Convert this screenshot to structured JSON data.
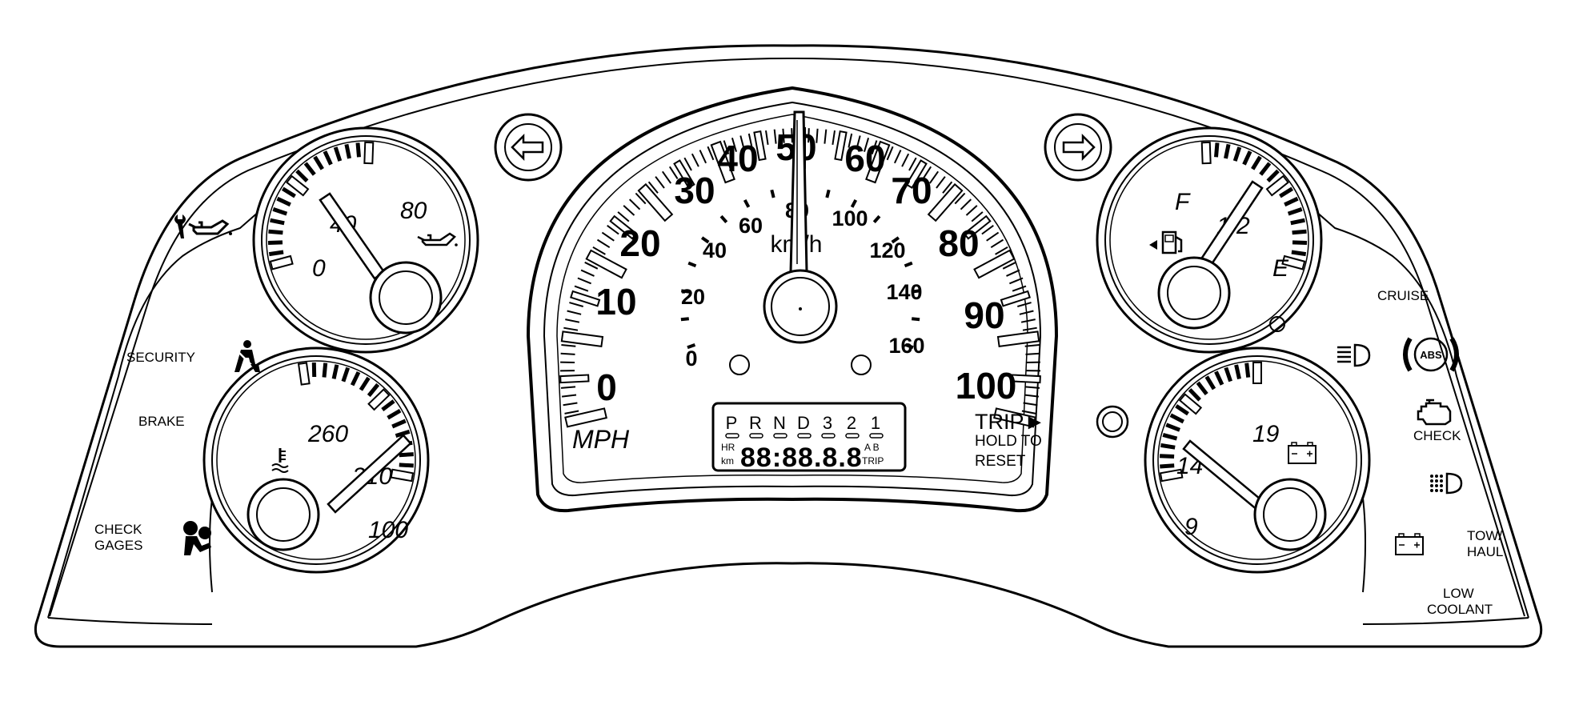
{
  "speedometer": {
    "mph_labels": [
      "0",
      "10",
      "20",
      "30",
      "40",
      "50",
      "60",
      "70",
      "80",
      "90",
      "100"
    ],
    "kmh_labels": [
      "0",
      "20",
      "40",
      "60",
      "80",
      "100",
      "120",
      "140",
      "160"
    ],
    "unit_mph": "MPH",
    "unit_kmh": "km/h",
    "needle_mph": 50
  },
  "oil_gauge": {
    "labels": [
      "0",
      "40",
      "80"
    ],
    "needle_value": 40
  },
  "fuel_gauge": {
    "labels": [
      "F",
      "1/2",
      "E"
    ],
    "needle_value": 0.5
  },
  "temp_gauge": {
    "labels": [
      "260",
      "210",
      "100"
    ],
    "needle_value": 215
  },
  "volt_gauge": {
    "labels": [
      "19",
      "14",
      "9"
    ],
    "needle_value": 14
  },
  "display": {
    "prndl": [
      "P",
      "R",
      "N",
      "D",
      "3",
      "2",
      "1"
    ],
    "hr": "HR",
    "km": "km",
    "digits": "88:88.8.8",
    "ab": "A B",
    "trip_small": "TRIP"
  },
  "trip_button": {
    "label": "TRIP►",
    "line2": "HOLD TO",
    "line3": "RESET"
  },
  "telltales_left": {
    "security": "SECURITY",
    "brake": "BRAKE",
    "check_gages_1": "CHECK",
    "check_gages_2": "GAGES"
  },
  "telltales_right": {
    "cruise": "CRUISE",
    "abs": "ABS",
    "check": "CHECK",
    "tow_1": "TOW/",
    "tow_2": "HAUL",
    "low": "LOW",
    "coolant": "COOLANT"
  },
  "icons": [
    "left-turn-arrow-icon",
    "right-turn-arrow-icon",
    "oil-can-wrench-icon",
    "oil-can-icon",
    "seatbelt-icon",
    "airbag-icon",
    "thermometer-icon",
    "fuel-pump-icon",
    "battery-icon",
    "high-beam-icon",
    "fog-lamp-icon",
    "check-engine-icon",
    "abs-icon"
  ]
}
